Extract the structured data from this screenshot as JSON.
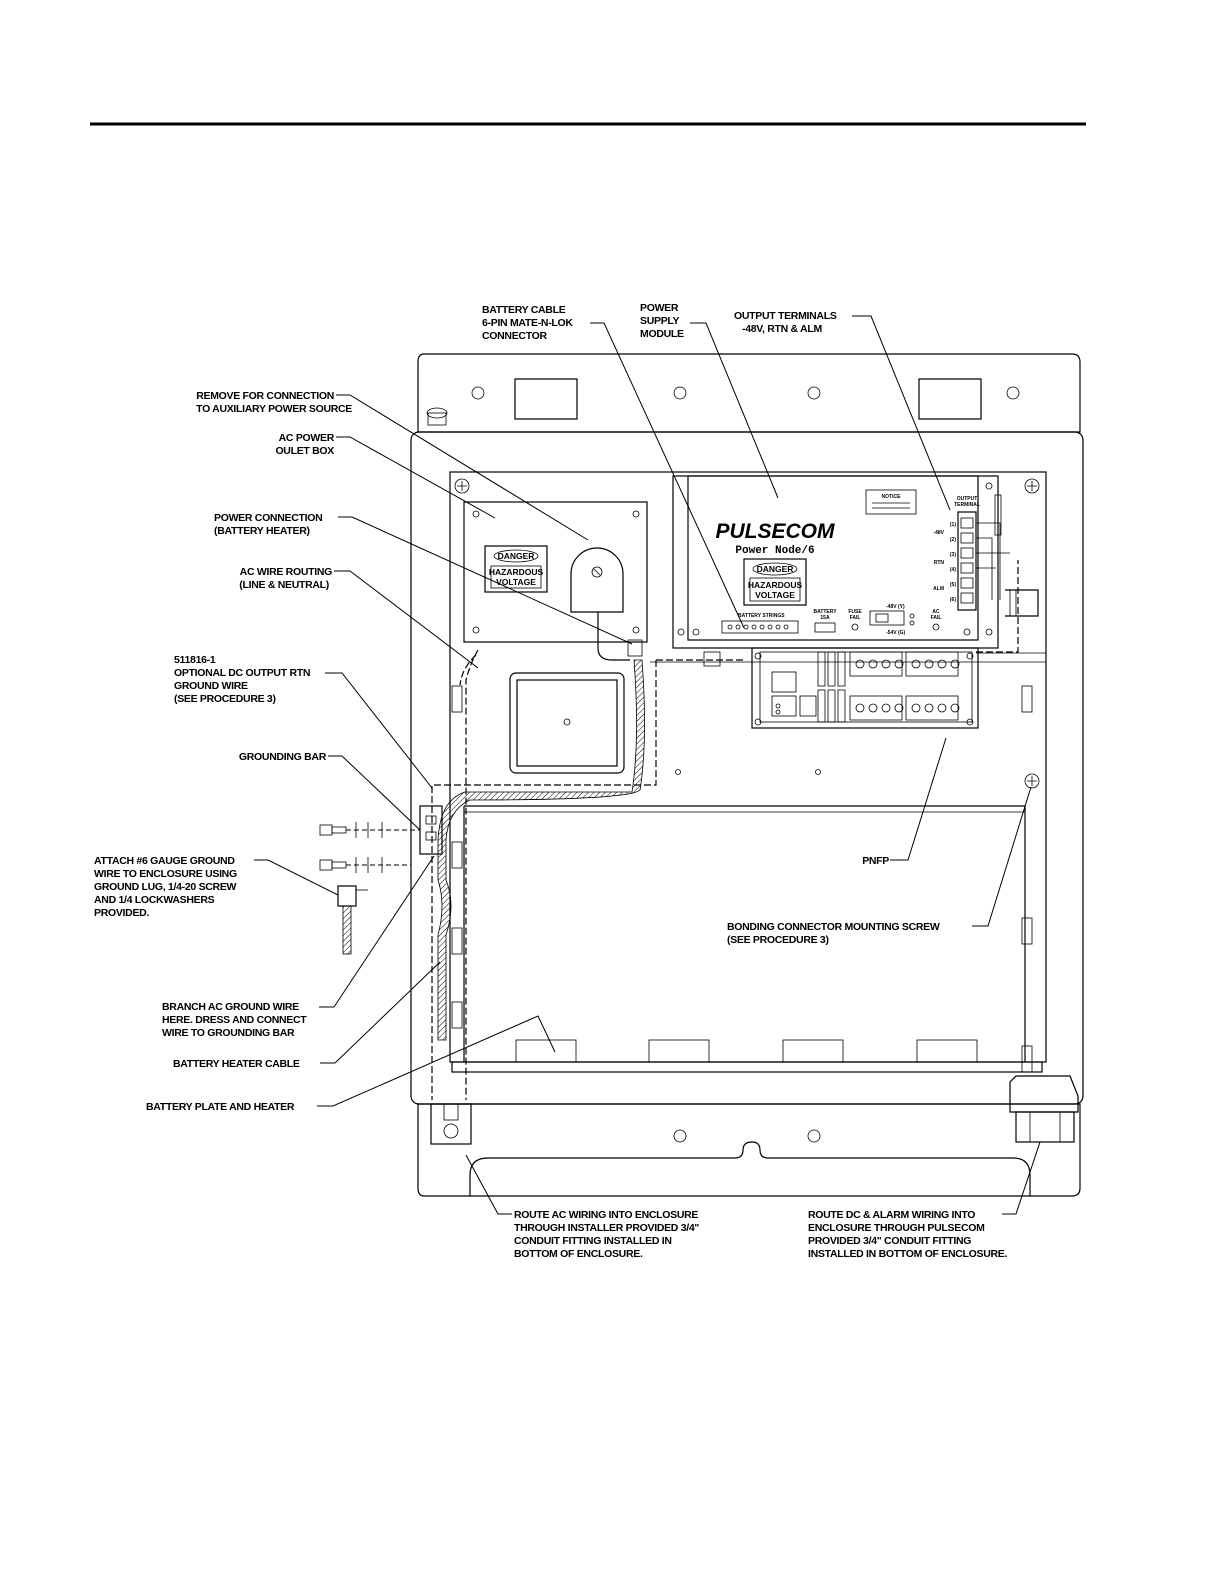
{
  "labels": {
    "battery_cable": [
      "BATTERY CABLE",
      "6-PIN MATE-N-LOK",
      "CONNECTOR"
    ],
    "power_supply_module": [
      "POWER",
      "SUPPLY",
      "MODULE"
    ],
    "output_terminals": [
      "OUTPUT TERMINALS",
      "-48V, RTN & ALM"
    ],
    "remove_for_connection": [
      "REMOVE FOR CONNECTION",
      "TO AUXILIARY POWER SOURCE"
    ],
    "ac_power_outlet": [
      "AC POWER",
      "OULET BOX"
    ],
    "power_connection": [
      "POWER CONNECTION",
      "(BATTERY HEATER)"
    ],
    "ac_wire_routing": [
      "AC WIRE ROUTING",
      "(LINE & NEUTRAL)"
    ],
    "optional_dc_rtn": [
      "511816-1",
      "OPTIONAL DC OUTPUT RTN",
      "GROUND WIRE",
      "(SEE PROCEDURE 3)"
    ],
    "grounding_bar": [
      "GROUNDING BAR"
    ],
    "attach_ground": [
      "ATTACH #6 GAUGE GROUND",
      "WIRE TO ENCLOSURE USING",
      "GROUND LUG, 1/4-20 SCREW",
      "AND 1/4 LOCKWASHERS",
      "PROVIDED."
    ],
    "branch_ac_ground": [
      "BRANCH AC GROUND WIRE",
      "HERE. DRESS AND CONNECT",
      "WIRE TO GROUNDING BAR"
    ],
    "battery_heater_cable": [
      "BATTERY HEATER CABLE"
    ],
    "battery_plate": [
      "BATTERY PLATE AND HEATER"
    ],
    "pnfp": [
      "PNFP"
    ],
    "bonding_screw": [
      "BONDING CONNECTOR MOUNTING SCREW",
      "(SEE PROCEDURE 3)"
    ],
    "route_ac": [
      "ROUTE AC WIRING INTO ENCLOSURE",
      "THROUGH INSTALLER PROVIDED 3/4\"",
      "CONDUIT FITTING INSTALLED IN",
      "BOTTOM OF ENCLOSURE."
    ],
    "route_dc": [
      "ROUTE DC & ALARM WIRING INTO",
      "ENCLOSURE THROUGH PULSECOM",
      "PROVIDED 3/4\" CONDUIT FITTING",
      "INSTALLED IN BOTTOM OF ENCLOSURE."
    ]
  },
  "module": {
    "brand": "PULSECOM",
    "model": "Power Node/6",
    "danger": "DANGER",
    "hazard": [
      "HAZARDOUS",
      "VOLTAGE"
    ],
    "notice": "NOTICE",
    "output_terminal_header": [
      "OUTPUT",
      "TERMINAL"
    ],
    "terminal_labels": [
      "-48V",
      "RTN",
      "ALM"
    ],
    "terminal_numbers": [
      "(1)",
      "(2)",
      "(3)",
      "(4)",
      "(5)",
      "(6)"
    ],
    "battery_strings": "BATTERY STRINGS",
    "battery_fuse": [
      "BATTERY",
      "15A"
    ],
    "fuse_fail": [
      "FUSE",
      "FAIL"
    ],
    "ac_fail": [
      "AC",
      "FAIL"
    ],
    "voltage_48": "-48V (Y)",
    "voltage_54": "-54V (G)"
  },
  "outlet_box": {
    "danger": "DANGER",
    "hazard": [
      "HAZARDOUS",
      "VOLTAGE"
    ]
  }
}
